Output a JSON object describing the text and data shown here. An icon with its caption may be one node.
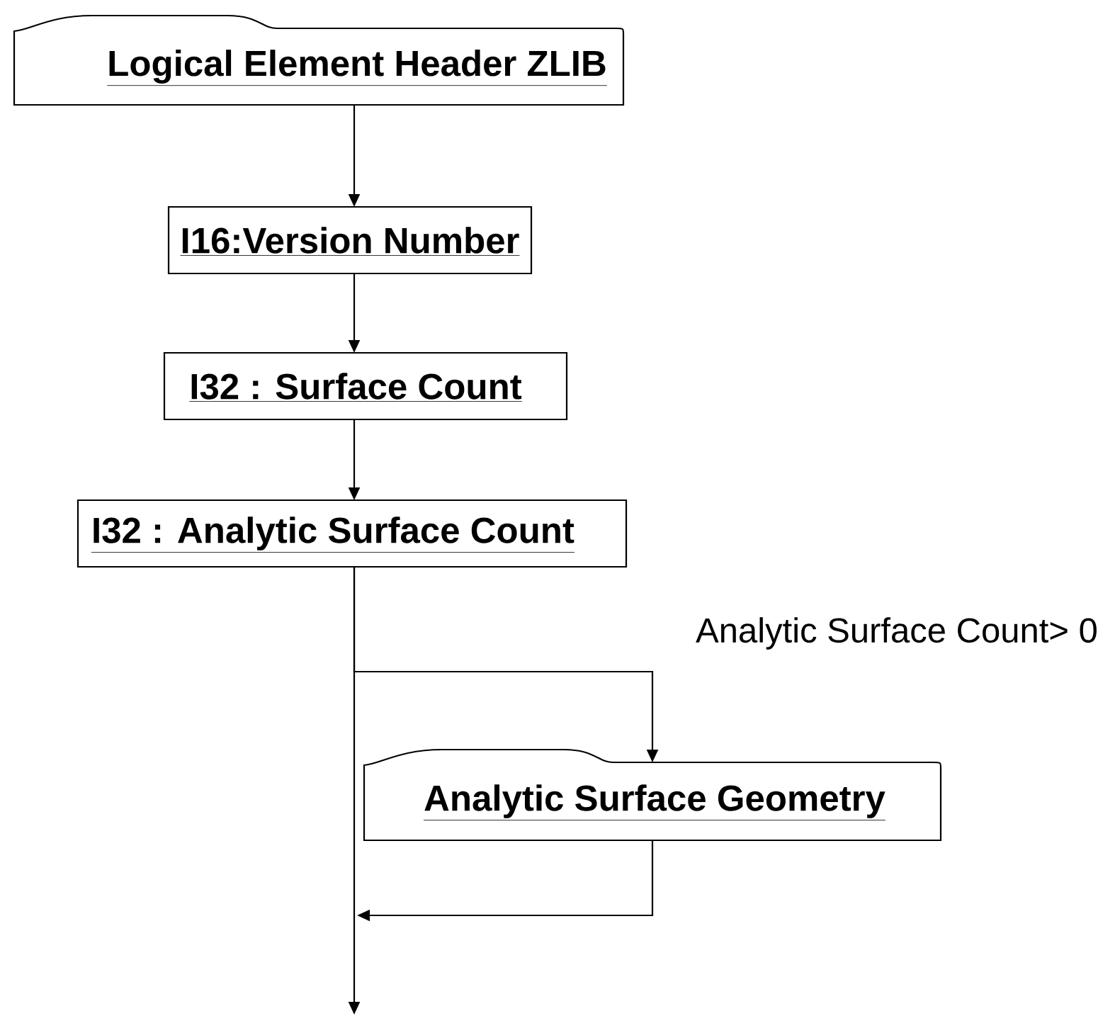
{
  "diagram": {
    "nodes": [
      {
        "text": [
          "Logical Element Header ZLIB"
        ]
      },
      {
        "text": [
          "I16:Version Number"
        ]
      },
      {
        "text": [
          "I32 : Surface Count"
        ]
      },
      {
        "text": [
          "I32 : Analytic Surface Count"
        ]
      },
      {
        "text": [
          "Analytic Surface Geometry"
        ]
      }
    ],
    "edges": [
      {
        "from": 0,
        "to": 1,
        "arrow": "to"
      },
      {
        "from": 1,
        "to": 2,
        "arrow": "to"
      },
      {
        "from": 2,
        "to": 3,
        "arrow": "to"
      },
      {
        "from": 3,
        "to": 4,
        "arrow": "to",
        "label": "Analytic Surface Count> 0"
      },
      {
        "from": 4,
        "to": null,
        "arrow": "to"
      },
      {
        "from": 3,
        "to": null,
        "arrow": "to"
      }
    ]
  }
}
